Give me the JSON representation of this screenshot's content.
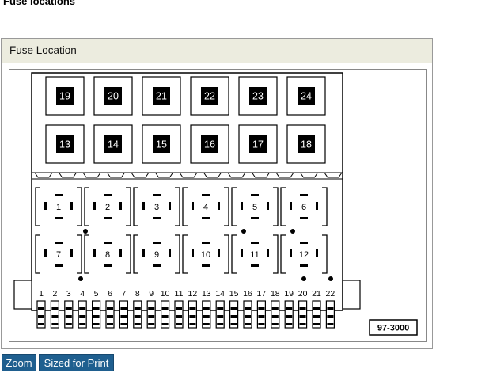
{
  "page": {
    "title": "Fuse locations"
  },
  "panel": {
    "header": "Fuse Location"
  },
  "diagram": {
    "large_fuses_top_row": [
      "19",
      "20",
      "21",
      "22",
      "23",
      "24"
    ],
    "large_fuses_bottom_row": [
      "13",
      "14",
      "15",
      "16",
      "17",
      "18"
    ],
    "relays_top_row": [
      "1",
      "2",
      "3",
      "4",
      "5",
      "6"
    ],
    "relays_bottom_row": [
      "7",
      "8",
      "9",
      "10",
      "11",
      "12"
    ],
    "fuse_numbers": [
      "1",
      "2",
      "3",
      "4",
      "5",
      "6",
      "7",
      "8",
      "9",
      "10",
      "11",
      "12",
      "13",
      "14",
      "15",
      "16",
      "17",
      "18",
      "19",
      "20",
      "21",
      "22"
    ],
    "reference_code": "97-3000"
  },
  "buttons": {
    "zoom": "Zoom",
    "print": "Sized for Print"
  },
  "colors": {
    "button_bg": "#1f5f8f",
    "header_bg": "#ececdf"
  }
}
